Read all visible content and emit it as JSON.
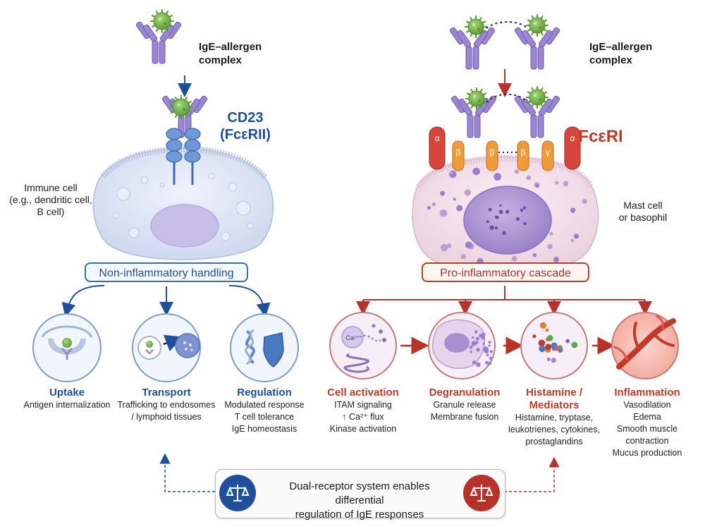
{
  "left": {
    "complex_label": [
      "IgE–allergen",
      "complex"
    ],
    "receptor_title": [
      "CD23",
      "(FcεRII)"
    ],
    "cell_label": [
      "Immune cell",
      "(e.g., dendritic cell,",
      "B cell)"
    ],
    "pathway": "Non-inflammatory handling",
    "cards": [
      {
        "title": "Uptake",
        "lines": [
          "Antigen internalization"
        ],
        "icon": "vesicle-uptake-icon"
      },
      {
        "title": "Transport",
        "lines": [
          "Trafficking to endosomes",
          "/ lymphoid tissues"
        ],
        "icon": "endosome-transport-icon"
      },
      {
        "title": "Regulation",
        "lines": [
          "Modulated response",
          "T cell tolerance",
          "IgE homeostasis"
        ],
        "icon": "dna-shield-icon"
      }
    ]
  },
  "right": {
    "complex_label": [
      "IgE–allergen",
      "complex"
    ],
    "receptor_title": "FcεRI",
    "subunits": {
      "alpha": "α",
      "beta": "β",
      "gamma": "γ"
    },
    "cell_label": [
      "Mast cell",
      "or basophil"
    ],
    "pathway": "Pro-inflammatory cascade",
    "cards": [
      {
        "title": [
          "Cell activation"
        ],
        "lines": [
          "ITAM signaling",
          "↑ Ca²⁺ flux",
          "Kinase activation"
        ],
        "icon": "calcium-signaling-icon"
      },
      {
        "title": [
          "Degranulation"
        ],
        "lines": [
          "Granule release",
          "Membrane fusion"
        ],
        "icon": "degranulating-cell-icon"
      },
      {
        "title": [
          "Histamine /",
          "Mediators"
        ],
        "lines": [
          "Histamine, tryptase,",
          "leukotrienes, cytokines,",
          "prostaglandins"
        ],
        "icon": "mediator-molecules-icon"
      },
      {
        "title": [
          "Inflammation"
        ],
        "lines": [
          "Vasodilation",
          "Edema",
          "Smooth muscle",
          "contraction",
          "Mucus production"
        ],
        "icon": "inflamed-vessel-icon"
      }
    ],
    "ca_label": "Ca²⁺"
  },
  "bottom": {
    "text": [
      "Dual-receptor system enables differential",
      "regulation of IgE responses"
    ],
    "icon": "balance-scale-icon"
  },
  "colors": {
    "blue": "#1e4f9a",
    "red": "#c0392b",
    "antibody": "#9b86d4",
    "allergen": "#7cbf4f",
    "cell_left": "#dfe6f6",
    "cell_right": "#f6e3ec"
  }
}
